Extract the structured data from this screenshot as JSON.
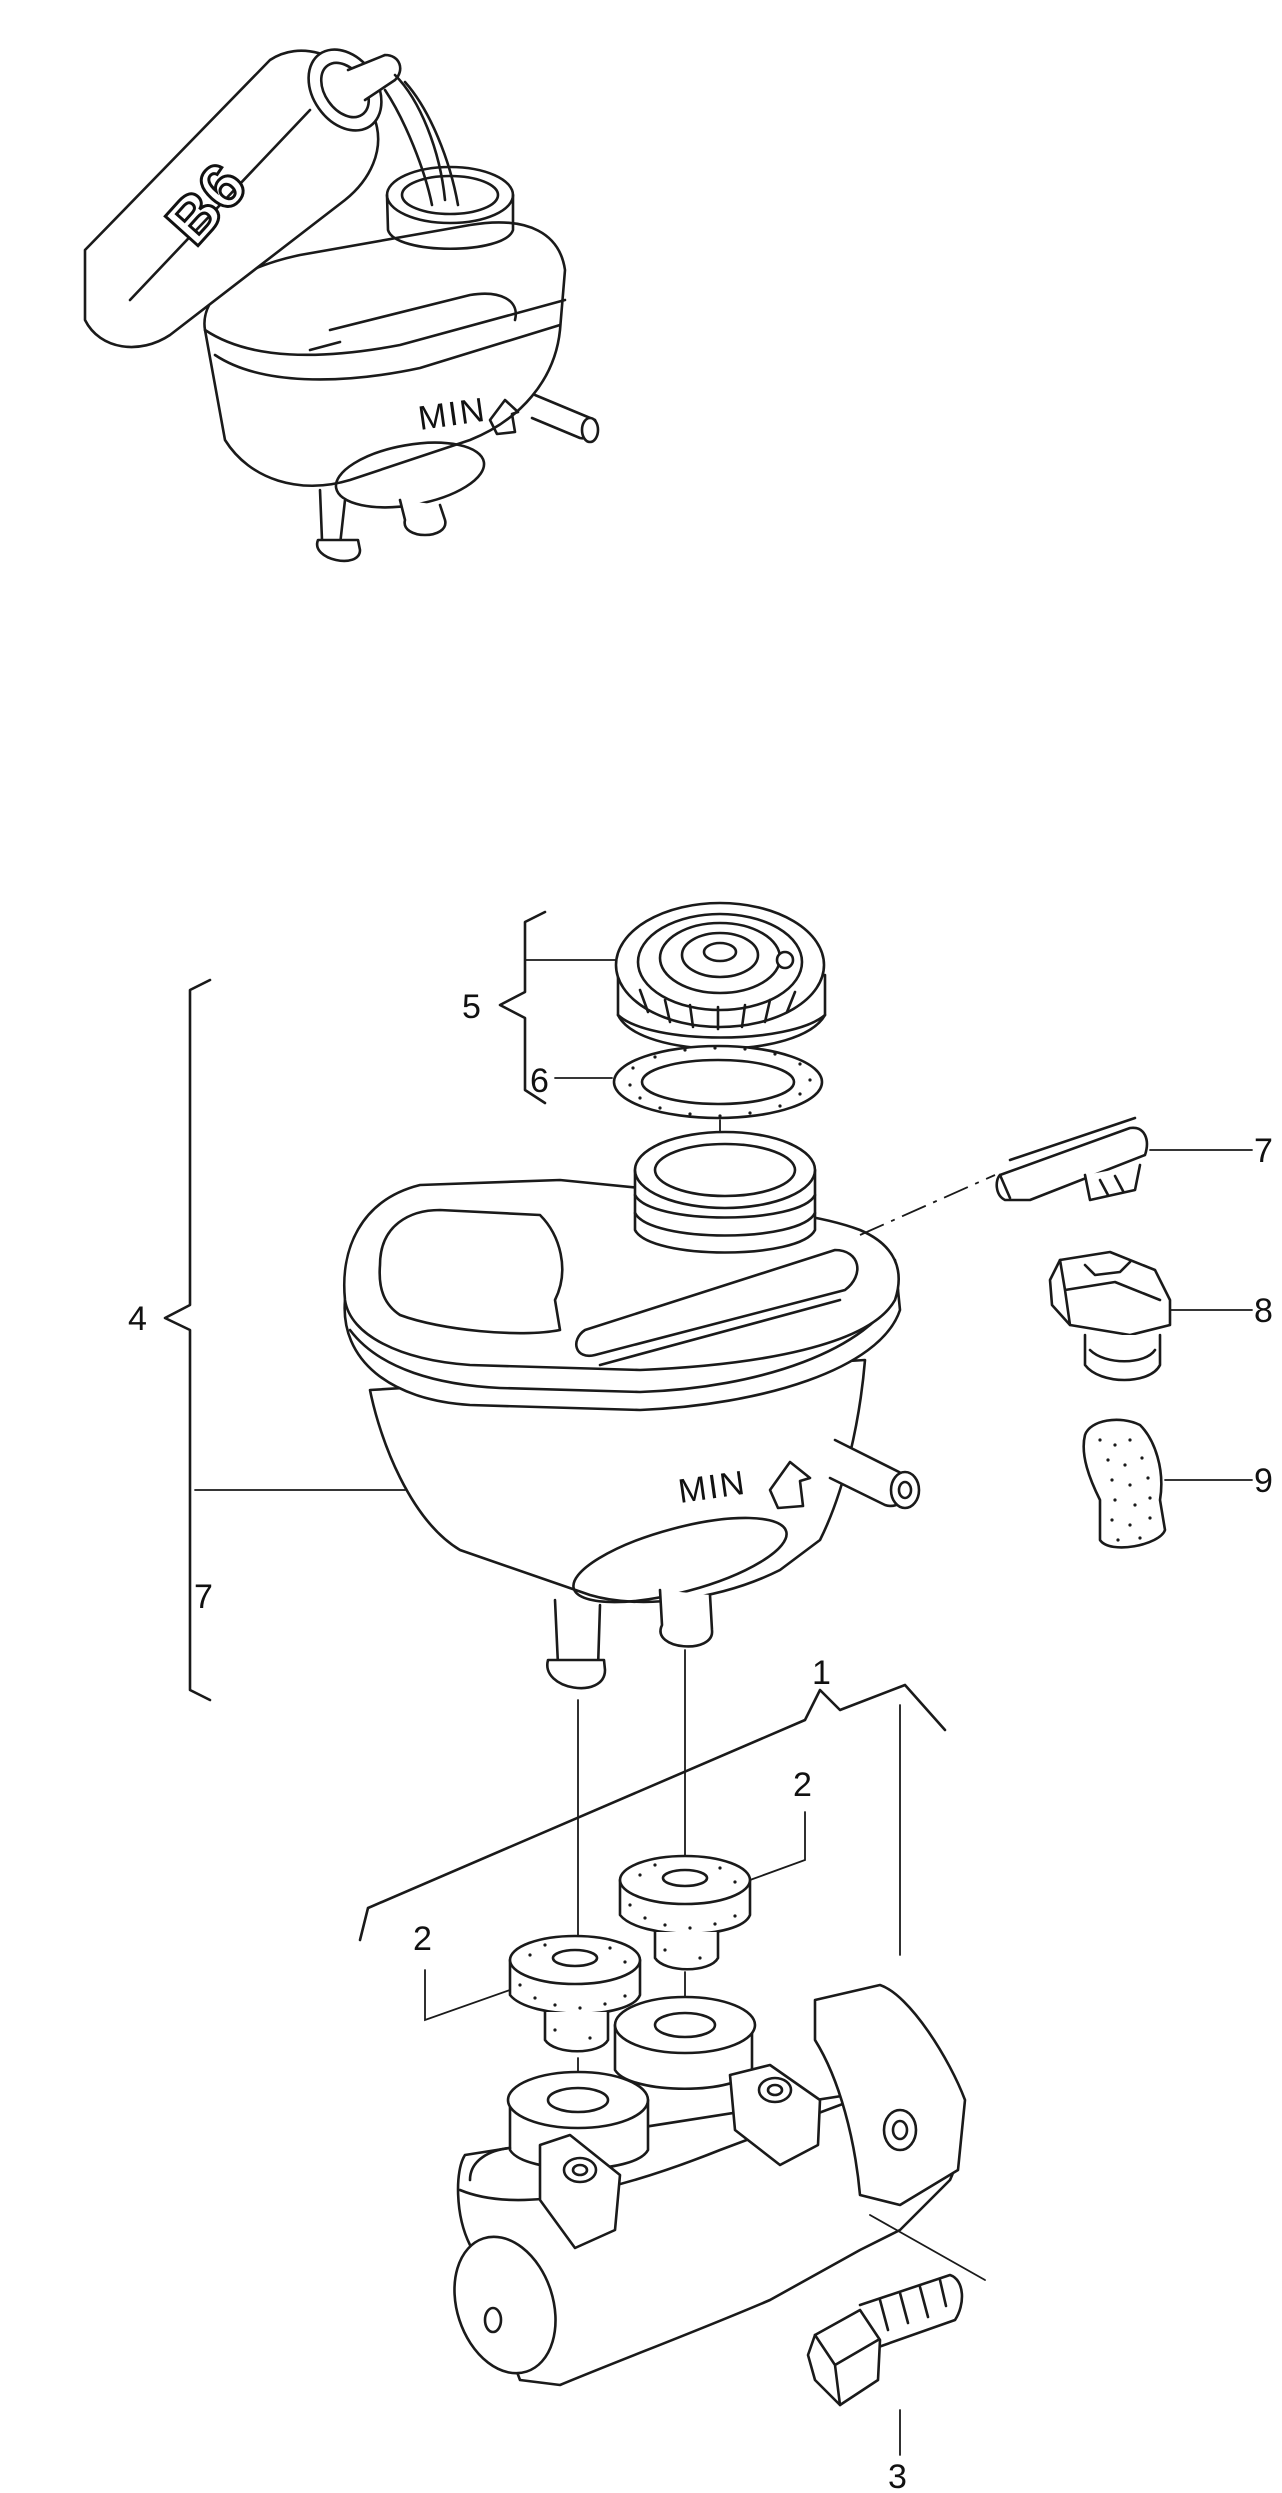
{
  "callouts": {
    "c1": "1",
    "c2a": "2",
    "c2b": "2",
    "c3": "3",
    "c4": "4",
    "c5": "5",
    "c6": "6",
    "c7a": "7",
    "c7b": "7",
    "c8": "8",
    "c9": "9"
  },
  "engravings": {
    "min_upper": "MIN",
    "min_main": "MIN",
    "bottle_label": "B6"
  },
  "colors": {
    "line": "#1a1a1a",
    "background": "#ffffff"
  }
}
